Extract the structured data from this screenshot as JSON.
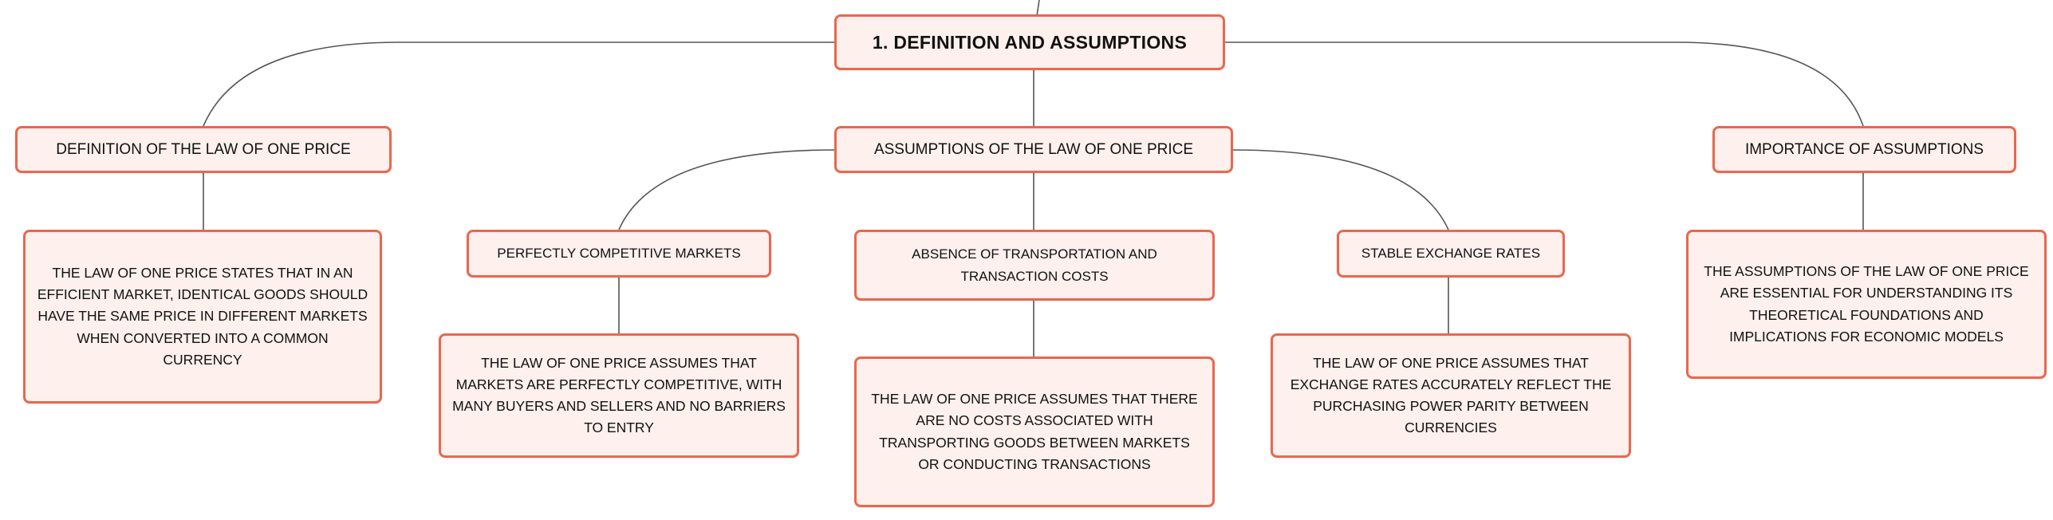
{
  "root": {
    "label": "1. DEFINITION AND ASSUMPTIONS"
  },
  "definition": {
    "label": "DEFINITION OF THE LAW OF ONE PRICE",
    "detail": "THE LAW OF ONE PRICE STATES THAT IN AN EFFICIENT MARKET, IDENTICAL GOODS SHOULD HAVE THE SAME PRICE IN DIFFERENT MARKETS WHEN CONVERTED INTO A COMMON CURRENCY"
  },
  "assumptions": {
    "label": "ASSUMPTIONS OF THE LAW OF ONE PRICE",
    "children": [
      {
        "label": "PERFECTLY COMPETITIVE MARKETS",
        "detail": "THE LAW OF ONE PRICE ASSUMES THAT MARKETS ARE PERFECTLY COMPETITIVE, WITH MANY BUYERS AND SELLERS AND NO BARRIERS TO ENTRY"
      },
      {
        "label": "ABSENCE OF TRANSPORTATION AND TRANSACTION COSTS",
        "detail": "THE LAW OF ONE PRICE ASSUMES THAT THERE ARE NO COSTS ASSOCIATED WITH TRANSPORTING GOODS BETWEEN MARKETS OR CONDUCTING TRANSACTIONS"
      },
      {
        "label": "STABLE EXCHANGE RATES",
        "detail": "THE LAW OF ONE PRICE ASSUMES THAT EXCHANGE RATES ACCURATELY REFLECT THE PURCHASING POWER PARITY BETWEEN CURRENCIES"
      }
    ]
  },
  "importance": {
    "label": "IMPORTANCE OF ASSUMPTIONS",
    "detail": "THE ASSUMPTIONS OF THE LAW OF ONE PRICE ARE ESSENTIAL FOR UNDERSTANDING ITS THEORETICAL FOUNDATIONS AND IMPLICATIONS FOR ECONOMIC MODELS"
  },
  "colors": {
    "node_border": "#e8684f",
    "node_fill": "#fdf0ed",
    "connector": "#555555",
    "text": "#111111"
  }
}
